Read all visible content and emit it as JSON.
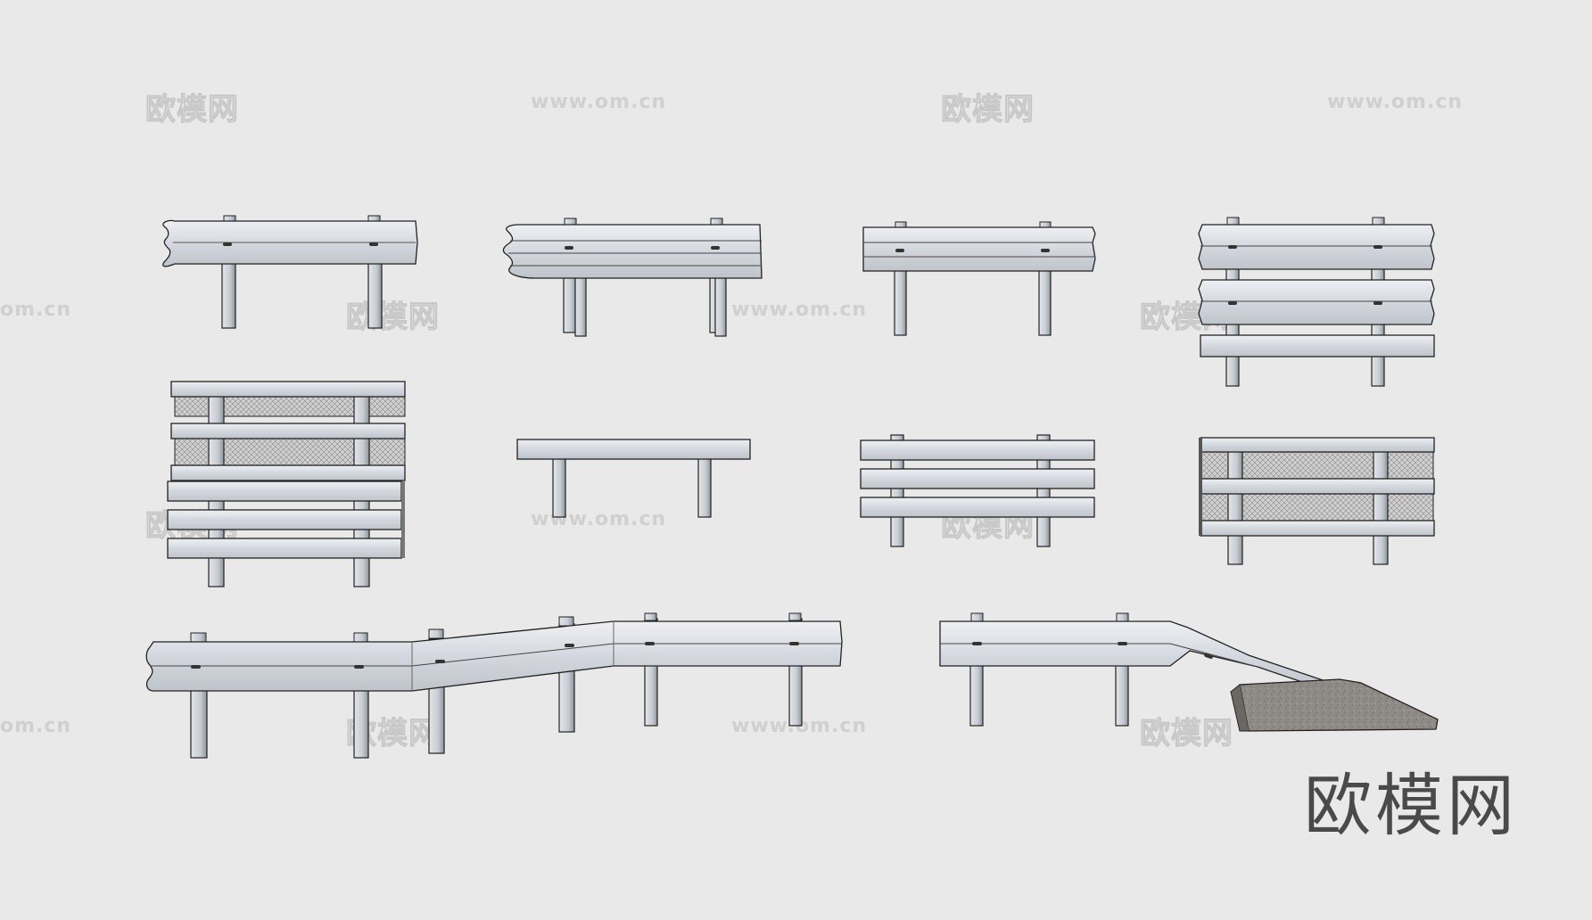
{
  "watermarks": {
    "cn": "欧模网",
    "url": "www.om.cn",
    "url_fragment": "om.cn"
  },
  "brand_mark": "欧模网",
  "scene": {
    "background": "#e9e9e9",
    "rail_fill": "#d9dde3",
    "rail_stroke": "#2a2a2a",
    "post_fill": "#c9cdd3",
    "mesh_fill": "#bdbdbd",
    "concrete_fill": "#8d8a86"
  }
}
